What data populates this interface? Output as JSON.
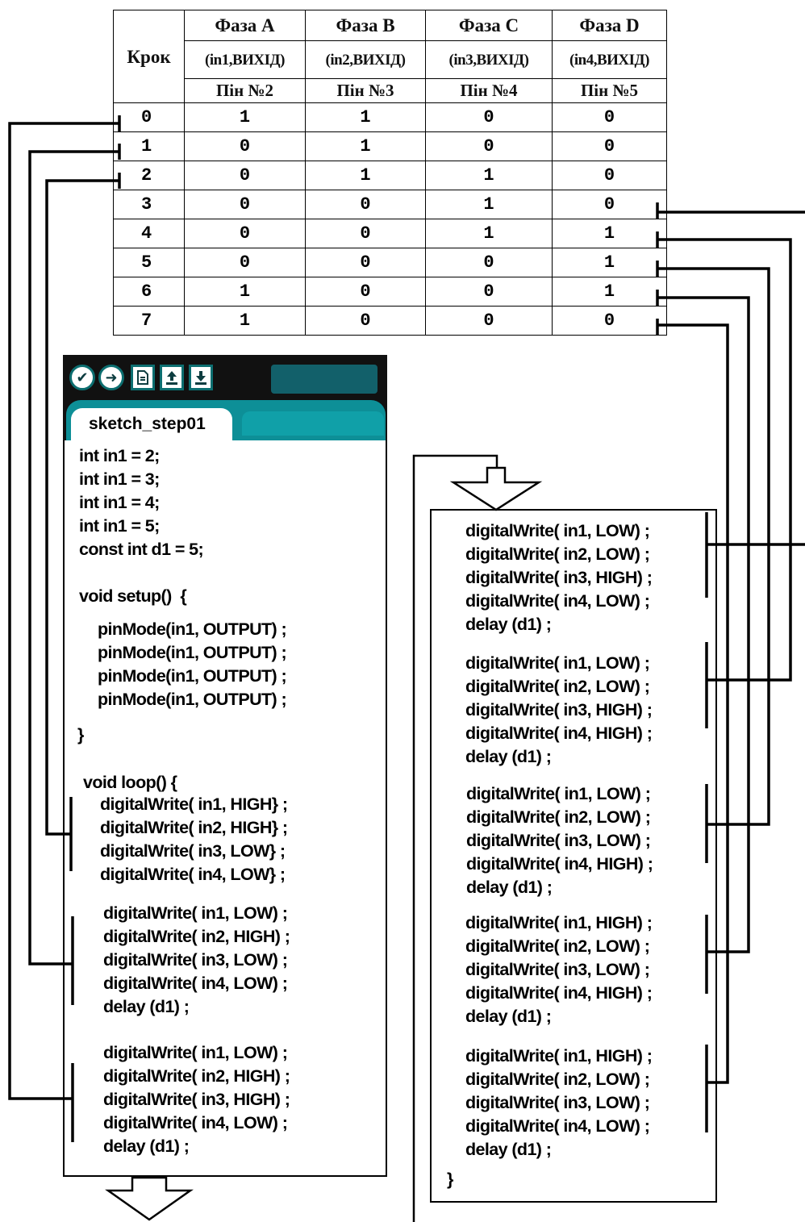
{
  "table": {
    "header": {
      "step": "Крок",
      "phases": [
        "Фаза A",
        "Фаза B",
        "Фаза C",
        "Фаза D"
      ],
      "outputs": [
        "(in1,ВИХІД)",
        "(in2,ВИХІД)",
        "(in3,ВИХІД)",
        "(in4,ВИХІД)"
      ],
      "pins": [
        "Пін №2",
        "Пін №3",
        "Пін №4",
        "Пін №5"
      ]
    },
    "rows": [
      [
        "0",
        "1",
        "1",
        "0",
        "0"
      ],
      [
        "1",
        "0",
        "1",
        "0",
        "0"
      ],
      [
        "2",
        "0",
        "1",
        "1",
        "0"
      ],
      [
        "3",
        "0",
        "0",
        "1",
        "0"
      ],
      [
        "4",
        "0",
        "0",
        "1",
        "1"
      ],
      [
        "5",
        "0",
        "0",
        "0",
        "1"
      ],
      [
        "6",
        "1",
        "0",
        "0",
        "1"
      ],
      [
        "7",
        "1",
        "0",
        "0",
        "0"
      ]
    ]
  },
  "ide": {
    "toolbar_icons": [
      "verify-icon",
      "upload-icon",
      "new-sketch-icon",
      "open-icon",
      "save-icon"
    ],
    "tab_label": "sketch_step01"
  },
  "code_left": {
    "declarations": [
      "int in1 = 2;",
      "int in1 = 3;",
      "int in1 = 4;",
      "int in1 = 5;",
      "const int d1 = 5;"
    ],
    "setup_open": "void setup()  {",
    "pinmodes": [
      "pinMode(in1, OUTPUT) ;",
      "pinMode(in1, OUTPUT) ;",
      "pinMode(in1, OUTPUT) ;",
      "pinMode(in1, OUTPUT) ;"
    ],
    "setup_close": "}",
    "loop_open": "void loop() {",
    "blocks": [
      [
        "digitalWrite( in1, HIGH} ;",
        "digitalWrite( in2, HIGH} ;",
        "digitalWrite( in3, LOW} ;",
        "digitalWrite( in4, LOW} ;"
      ],
      [
        "digitalWrite( in1, LOW) ;",
        "digitalWrite( in2, HIGH) ;",
        "digitalWrite( in3, LOW) ;",
        "digitalWrite( in4, LOW) ;",
        "delay (d1) ;"
      ],
      [
        "digitalWrite( in1, LOW) ;",
        "digitalWrite( in2, HIGH) ;",
        "digitalWrite( in3, HIGH) ;",
        "digitalWrite( in4, LOW) ;",
        "delay (d1) ;"
      ]
    ]
  },
  "code_right": {
    "blocks": [
      [
        "digitalWrite( in1, LOW) ;",
        "digitalWrite( in2, LOW) ;",
        "digitalWrite( in3, HIGH) ;",
        "digitalWrite( in4, LOW) ;",
        "delay (d1) ;"
      ],
      [
        "digitalWrite( in1, LOW) ;",
        "digitalWrite( in2, LOW) ;",
        "digitalWrite( in3, HIGH) ;",
        "digitalWrite( in4, HIGH) ;",
        "delay (d1) ;"
      ],
      [
        "digitalWrite( in1, LOW) ;",
        "digitalWrite( in2, LOW) ;",
        "digitalWrite( in3, LOW) ;",
        "digitalWrite( in4, HIGH) ;",
        "delay (d1) ;"
      ],
      [
        "digitalWrite( in1, HIGH) ;",
        "digitalWrite( in2, LOW) ;",
        "digitalWrite( in3, LOW) ;",
        "digitalWrite( in4, HIGH) ;",
        "delay (d1) ;"
      ],
      [
        "digitalWrite( in1, HIGH) ;",
        "digitalWrite( in2, LOW) ;",
        "digitalWrite( in3, LOW) ;",
        "digitalWrite( in4, LOW) ;",
        "delay (d1) ;"
      ]
    ],
    "close": "}"
  },
  "connections": [
    {
      "step": "0",
      "code_block": "left-3"
    },
    {
      "step": "1",
      "code_block": "left-2"
    },
    {
      "step": "2",
      "code_block": "left-1"
    },
    {
      "step": "3",
      "code_block": "right-1"
    },
    {
      "step": "4",
      "code_block": "right-2"
    },
    {
      "step": "5",
      "code_block": "right-3"
    },
    {
      "step": "6",
      "code_block": "right-4"
    },
    {
      "step": "7",
      "code_block": "right-5"
    }
  ]
}
